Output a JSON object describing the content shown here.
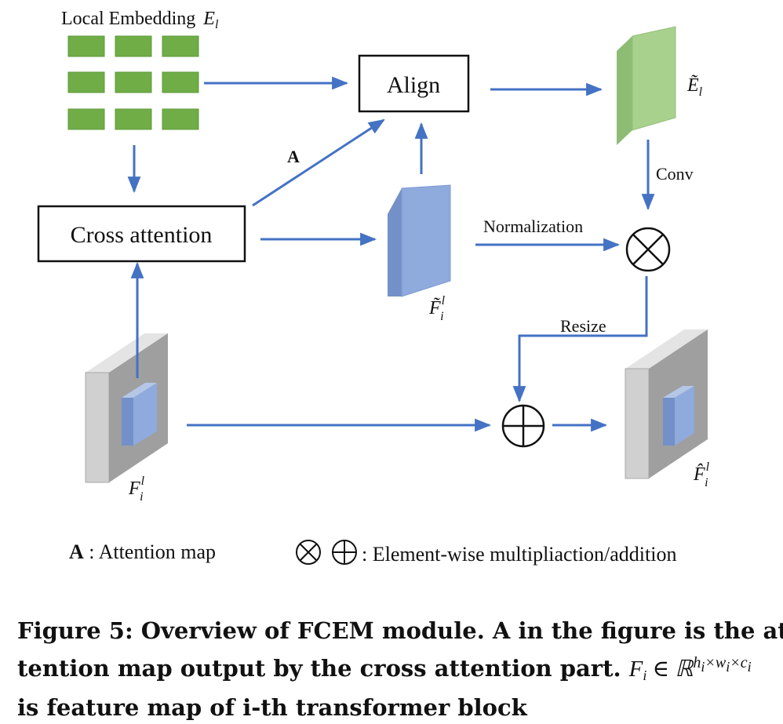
{
  "diagram": {
    "nodes": {
      "local_embedding": {
        "title": "Local Embedding",
        "symbol": "E",
        "sub": "l"
      },
      "align": {
        "label": "Align"
      },
      "cross_attention": {
        "label": "Cross attention"
      },
      "aligned_embedding": {
        "symbol": "Ẽ",
        "sub": "l"
      },
      "normalized_feature": {
        "symbol": "F̃",
        "sup": "l",
        "sub": "i"
      },
      "input_feature": {
        "symbol": "F",
        "sup": "l",
        "sub": "i"
      },
      "output_feature": {
        "symbol": "F̂",
        "sup": "l",
        "sub": "i"
      }
    },
    "edge_labels": {
      "attention": "A",
      "conv": "Conv",
      "normalization": "Normalization",
      "resize": "Resize"
    },
    "legend": {
      "attention_key": "A",
      "attention_text": " : Attention map",
      "ops_text": ": Element-wise multipliaction/addition"
    },
    "colors": {
      "arrow": "#4472c4",
      "grid_green": "#70ad47",
      "embed_green_front": "#a9d18e",
      "embed_green_side": "#8fbc75",
      "blue_front": "#8faadc",
      "blue_side": "#7390c8",
      "gray_front": "#d0d0d0",
      "gray_side": "#b8b8b8",
      "gray_top": "#e4e4e4"
    }
  },
  "caption": {
    "line1": "Figure 5: Overview of FCEM module. A in the figure is the at-",
    "line2_text": "tention map output by the cross attention part. ",
    "math_F": "F",
    "math_i": "i",
    "math_in": " ∈ ℝ",
    "math_exp": "h",
    "math_exp_i1": "i",
    "math_times1": "×w",
    "math_exp_i2": "i",
    "math_times2": "×c",
    "math_exp_i3": "i",
    "line3": "is feature map of i-th transformer block"
  }
}
